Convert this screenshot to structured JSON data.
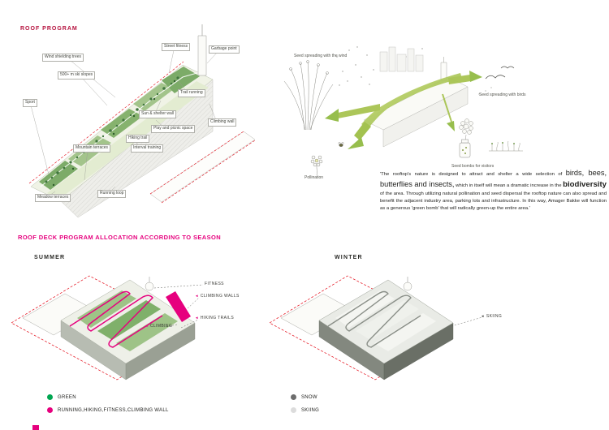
{
  "page": {
    "background": "#ffffff"
  },
  "colors": {
    "roof_title": "#b5123e",
    "season_heading": "#e6007e",
    "magenta": "#e6007e",
    "arrow_green": "#9cbd42",
    "dashed_red": "#e30613",
    "legend_green": "#00a651",
    "legend_magenta": "#e6007e",
    "legend_snow": "#6d6d6d",
    "legend_skiing": "#dcdcdc"
  },
  "roof_program": {
    "title": "ROOF PROGRAM",
    "labels": [
      "Wind shielding trees",
      "Street fitness",
      "Garbage point",
      "500+ m ski slopes",
      "Sport",
      "Trail running",
      "Sun & shelter wall",
      "Play and picnic space",
      "Climbing wall",
      "Hiking trail",
      "Mountain terraces",
      "Interval training",
      "Meadow terraces",
      "Running loop"
    ]
  },
  "seed_diagram": {
    "labels": {
      "wind": "Seed spreading with the wind",
      "birds": "Seed spreading with birds",
      "bombs": "Seed bombs for visitors",
      "pollination": "Pollination"
    },
    "paragraph": {
      "s1": "'The rooftop's nature is designed to attract and shelter a wide selection of ",
      "s2": "birds, bees, butterflies and insects,",
      "s3": " which in itself will mean a dramatic increase in the ",
      "s4": "biodiversity",
      "s5": " of the area. Through utilizing natural pollination and seed dispersal the rooftop nature can also spread and benefit the adjacent industry area, parking lots and infrastructure. In this way, Amager Bakke will function as a generous 'green bomb' that will radically green-up the entire area.'"
    }
  },
  "season": {
    "heading": "ROOF DECK PROGRAM ALLOCATION ACCORDING TO SEASON",
    "summer": {
      "title": "SUMMER",
      "callouts": [
        "FITNESS",
        "CLIMBING WALLS",
        "HIKING TRAILS",
        "CLIMBING"
      ],
      "legend": [
        {
          "label": "GREEN",
          "color": "#00a651"
        },
        {
          "label": "RUNNING,HIKING,FITNESS,CLIMBING WALL",
          "color": "#e6007e"
        }
      ]
    },
    "winter": {
      "title": "WINTER",
      "callouts": [
        "SKIING"
      ],
      "legend": [
        {
          "label": "SNOW",
          "color": "#6d6d6d"
        },
        {
          "label": "SKIING",
          "color": "#dcdcdc"
        }
      ]
    }
  }
}
